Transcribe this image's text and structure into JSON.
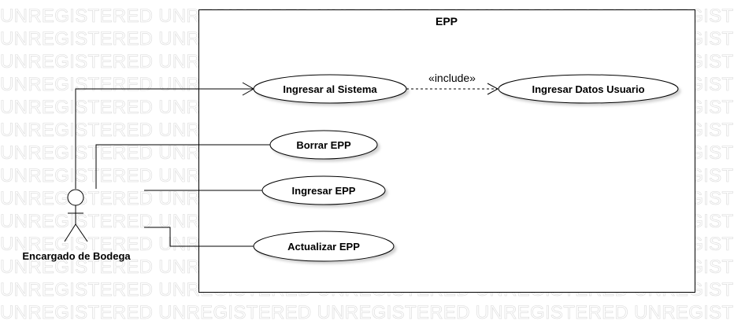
{
  "watermark": {
    "text": "UNREGISTERED"
  },
  "system": {
    "title": "EPP"
  },
  "actor": {
    "name": "Encargado de Bodega"
  },
  "use_cases": {
    "ingresar_sistema": "Ingresar al Sistema",
    "ingresar_datos": "Ingresar Datos Usuario",
    "borrar_epp": "Borrar EPP",
    "ingresar_epp": "Ingresar EPP",
    "actualizar_epp": "Actualizar EPP"
  },
  "relationships": {
    "include": "«include»"
  }
}
